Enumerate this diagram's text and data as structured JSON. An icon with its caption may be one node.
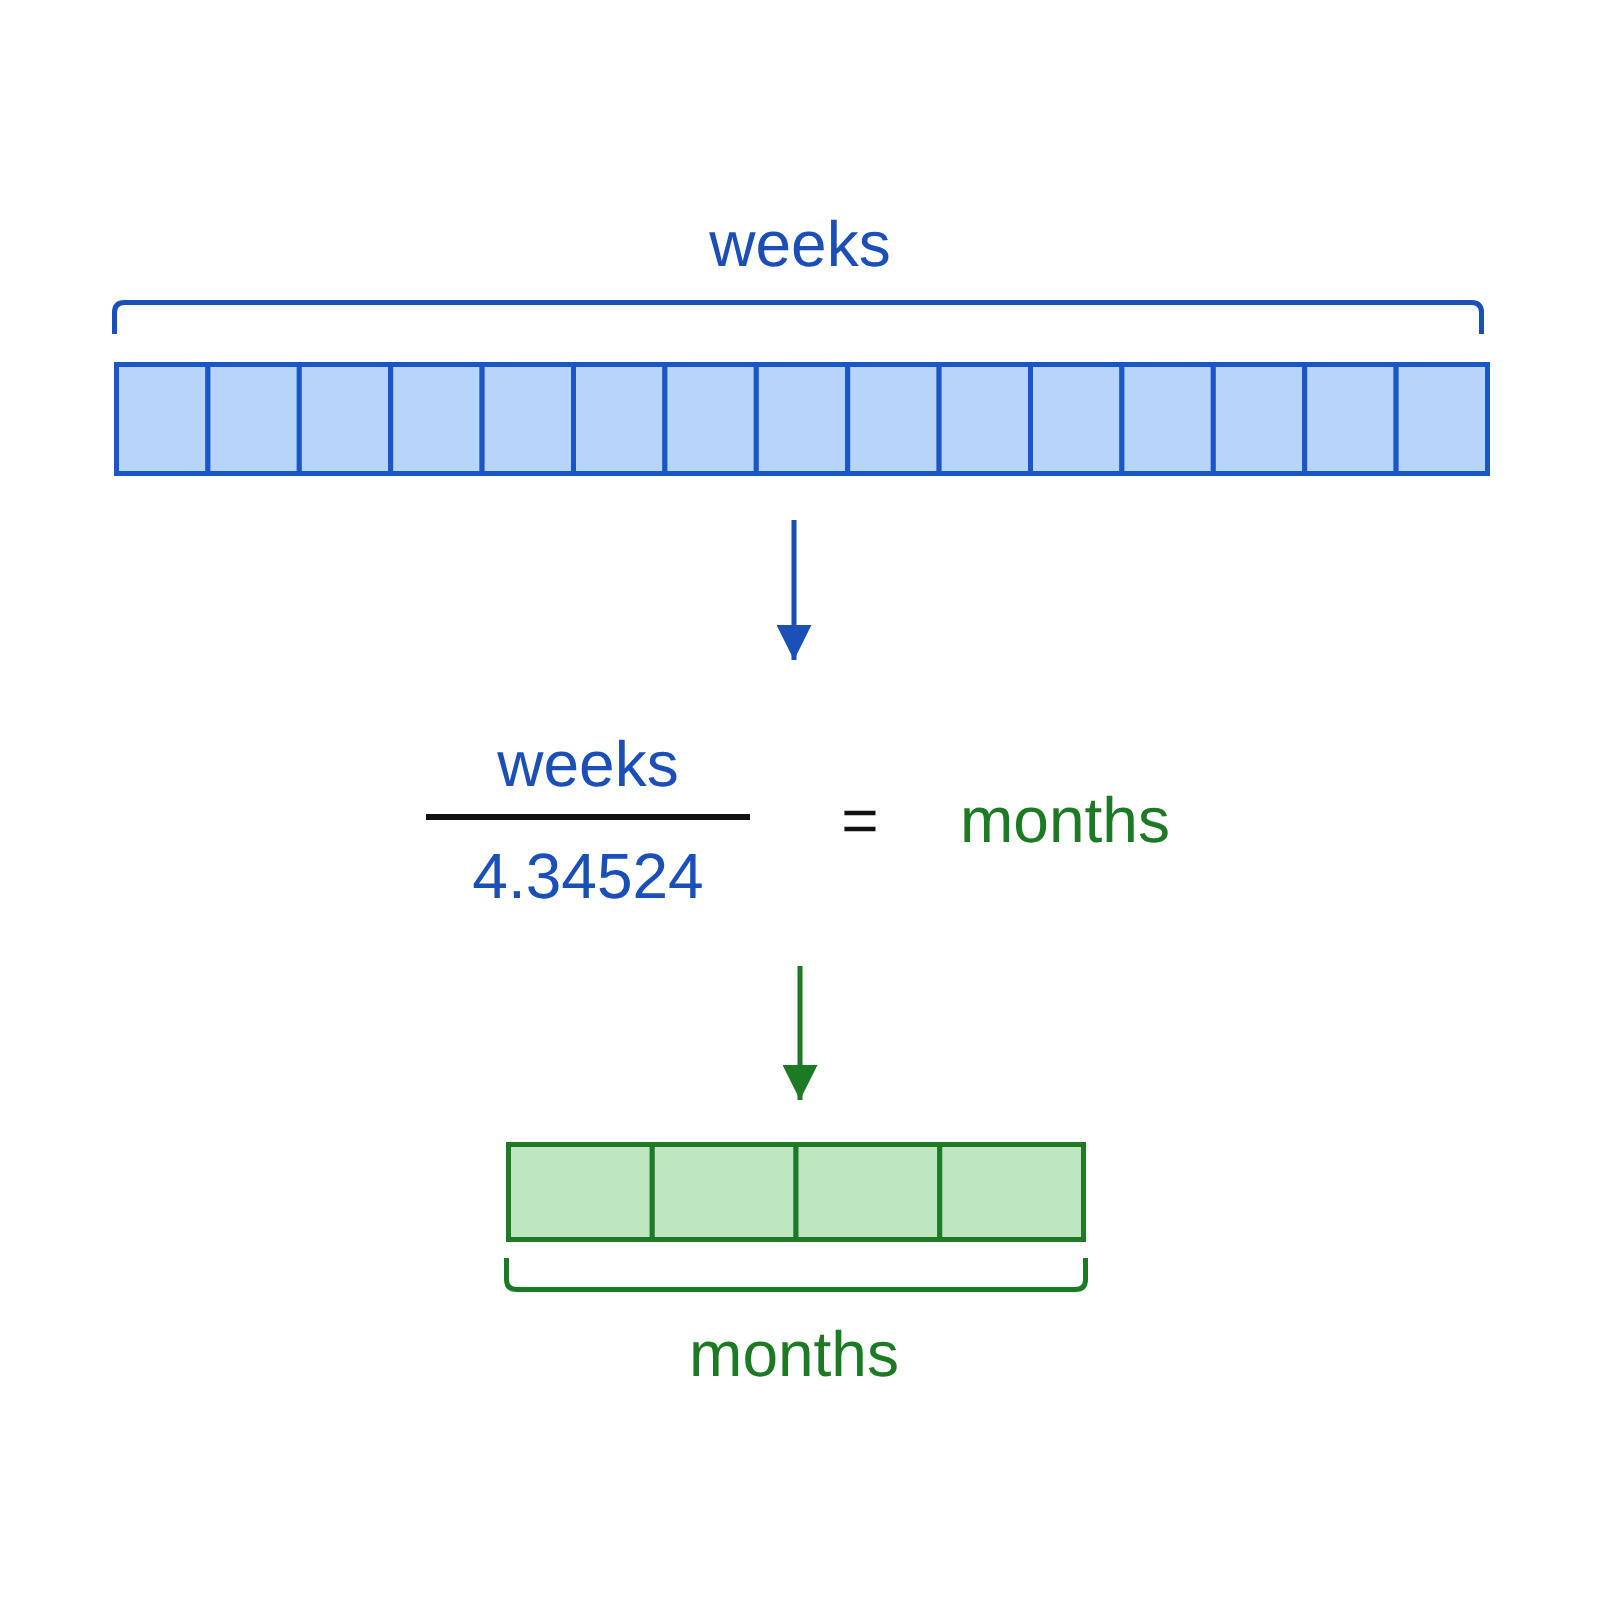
{
  "diagram": {
    "nodes": [
      {
        "text": [
          "weeks"
        ]
      },
      {
        "text": [
          "weeks",
          "4.34524",
          "=",
          "months"
        ]
      },
      {
        "text": [
          "months"
        ]
      }
    ],
    "edges": [
      {
        "from": 0,
        "to": 1,
        "arrow": "to",
        "color": "#1a4fb8"
      },
      {
        "from": 1,
        "to": 2,
        "arrow": "to",
        "color": "#1d7a24"
      }
    ]
  }
}
